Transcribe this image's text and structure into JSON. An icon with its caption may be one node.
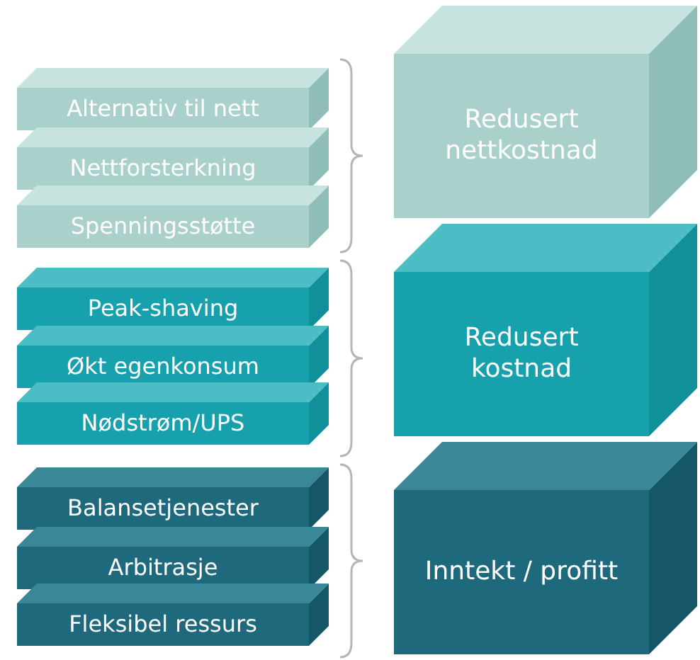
{
  "diagram": {
    "nodes": [
      {
        "text": [
          "Alternativ til nett"
        ]
      },
      {
        "text": [
          "Nettforsterkning"
        ]
      },
      {
        "text": [
          "Spenningsstøtte"
        ]
      },
      {
        "text": [
          "Redusert nettkostnad"
        ]
      },
      {
        "text": [
          "Peak-shaving"
        ]
      },
      {
        "text": [
          "Økt egenkonsum"
        ]
      },
      {
        "text": [
          "Nødstrøm/UPS"
        ]
      },
      {
        "text": [
          "Redusert kostnad"
        ]
      },
      {
        "text": [
          "Balansetjenester"
        ]
      },
      {
        "text": [
          "Arbitrasje"
        ]
      },
      {
        "text": [
          "Fleksibel ressurs"
        ]
      },
      {
        "text": [
          "Inntekt / profitt"
        ]
      }
    ]
  }
}
